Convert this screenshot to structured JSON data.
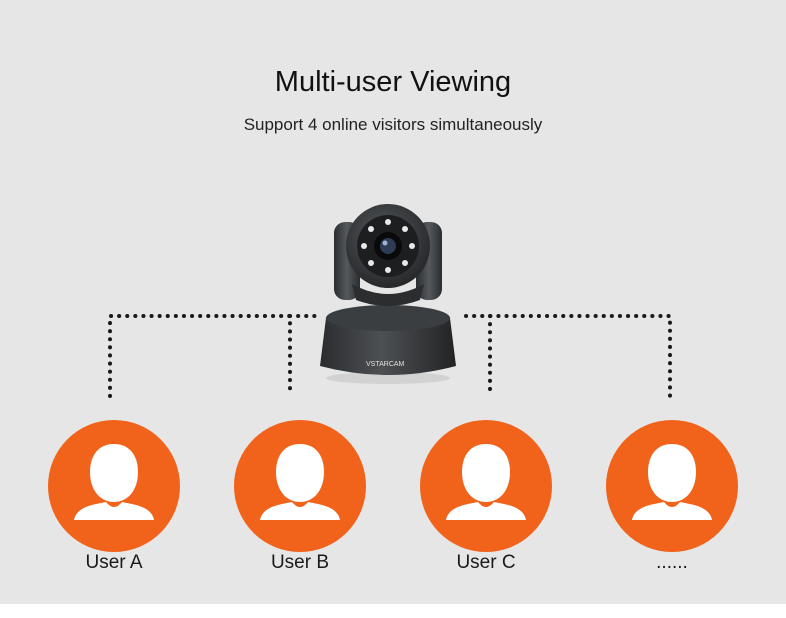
{
  "header": {
    "title": "Multi-user Viewing",
    "subtitle": "Support 4 online visitors simultaneously"
  },
  "camera": {
    "brand": "VSTARCAM",
    "color": "#3a3d40"
  },
  "users": [
    {
      "label": "User A"
    },
    {
      "label": "User B"
    },
    {
      "label": "User C"
    },
    {
      "label": "......"
    }
  ],
  "colors": {
    "background": "#e6e6e6",
    "user_circle": "#f1621a",
    "user_figure": "#ffffff",
    "connector": "#1a1a1a"
  }
}
